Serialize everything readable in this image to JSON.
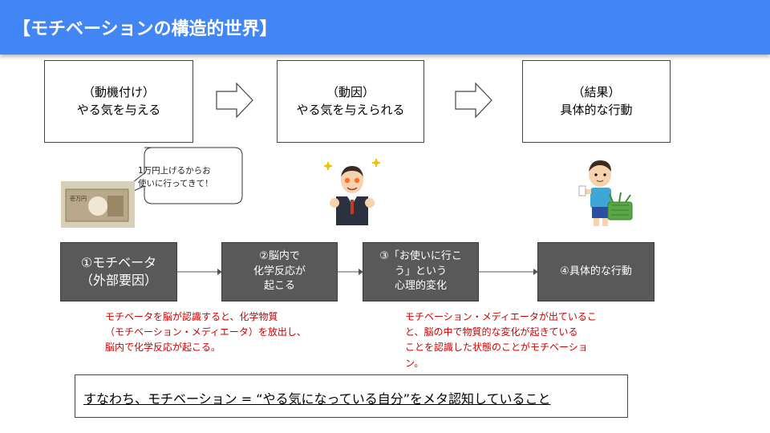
{
  "header": {
    "title": "【モチベーションの構造的世界】"
  },
  "flow": {
    "boxes": [
      {
        "line1": "（動機付け）",
        "line2": "やる気を与える"
      },
      {
        "line1": "（動因）",
        "line2": "やる気を与えられる"
      },
      {
        "line1": "（結果）",
        "line2": "具体的な行動"
      }
    ]
  },
  "bubble": {
    "line1": "1万円上げるからお",
    "line2": "使いに行ってきて！"
  },
  "banknote": {
    "label": "壱万円"
  },
  "steps": [
    {
      "line1": "①モチベータ",
      "line2": "（外部要因）"
    },
    {
      "line1": "②脳内で",
      "line2": "化学反応が",
      "line3": "起こる"
    },
    {
      "line1": "③「お使いに行こ",
      "line2": "う」という",
      "line3": "心理的変化"
    },
    {
      "line1": "④具体的な行動"
    }
  ],
  "notes": {
    "left": [
      "モチベータを脳が認識すると、化学物質",
      "（モチベーション・メディエータ）を放出し、",
      "脳内で化学反応が起こる。"
    ],
    "right": [
      "モチベーション・メディエータが出ているこ",
      "と、脳の中で物質的な変化が起きている",
      "ことを認識した状態のことがモチベーショ",
      "ン。"
    ]
  },
  "summary": {
    "text": "すなわち、モチベーション = “やる気になっている自分”をメタ認知していること"
  },
  "colors": {
    "header": "#4285f4",
    "step_box": "#595959",
    "note": "#cc0000"
  }
}
